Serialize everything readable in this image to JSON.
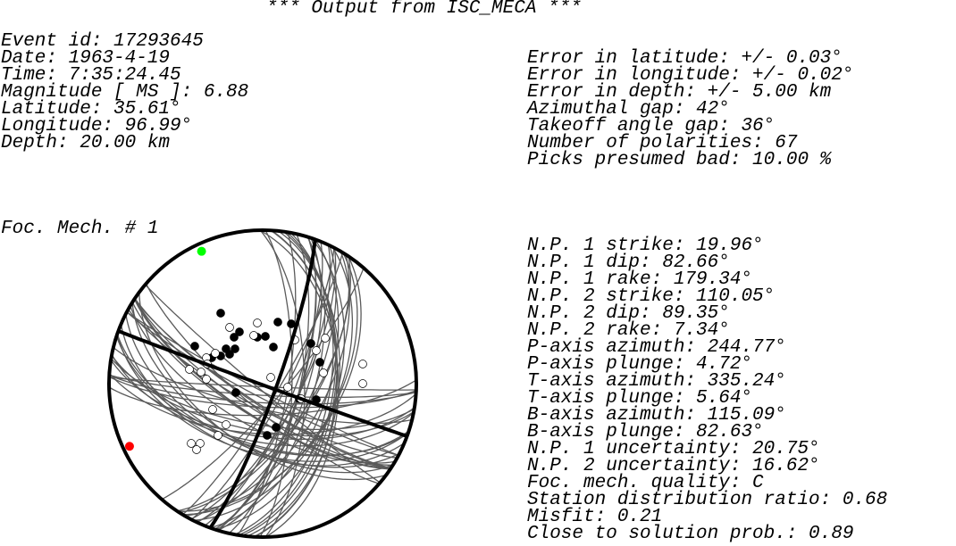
{
  "title": "*** Output from ISC_MECA ***",
  "event": [
    "Event id: 17293645",
    "Date: 1963-4-19",
    "Time: 7:35:24.45",
    "Magnitude [ MS ]: 6.88",
    "Latitude: 35.61°",
    "Longitude: 96.99°",
    "Depth: 20.00 km"
  ],
  "errors": [
    "Error in latitude: +/- 0.03°",
    "Error in longitude: +/- 0.02°",
    "Error in depth: +/- 5.00 km",
    "Azimuthal gap: 42°",
    "Takeoff angle gap: 36°",
    "Number of polarities: 67",
    "Picks presumed bad: 10.00 %"
  ],
  "mechanism_heading": "Foc. Mech. # 1",
  "mechanism": [
    "N.P. 1 strike: 19.96°",
    "N.P. 1 dip: 82.66°",
    "N.P. 1 rake: 179.34°",
    "N.P. 2 strike: 110.05°",
    "N.P. 2 dip: 89.35°",
    "N.P. 2 rake: 7.34°",
    "P-axis azimuth: 244.77°",
    "P-axis plunge: 4.72°",
    "T-axis azimuth: 335.24°",
    "T-axis plunge: 5.64°",
    "B-axis azimuth: 115.09°",
    "B-axis plunge: 82.63°",
    "N.P. 1 uncertainty: 20.75°",
    "N.P. 2 uncertainty: 16.62°",
    "Foc. mech. quality: C",
    "Station distribution ratio: 0.68",
    "Misfit: 0.21",
    "Close to solution prob.: 0.89"
  ],
  "beachball": {
    "np1_strike": 19.96,
    "np1_dip": 82.66,
    "np2_strike": 110.05,
    "np2_dip": 89.35,
    "p_axis_azimuth": 244.77,
    "p_axis_plunge": 4.72,
    "t_axis_azimuth": 335.24,
    "t_axis_plunge": 5.64,
    "colors": {
      "outline": "#000000",
      "alt_planes": "#5a5a5a",
      "compression": "#000000",
      "dilatation": "#ffffff",
      "p_axis": "#ff0000",
      "t_axis": "#00ff00"
    }
  }
}
